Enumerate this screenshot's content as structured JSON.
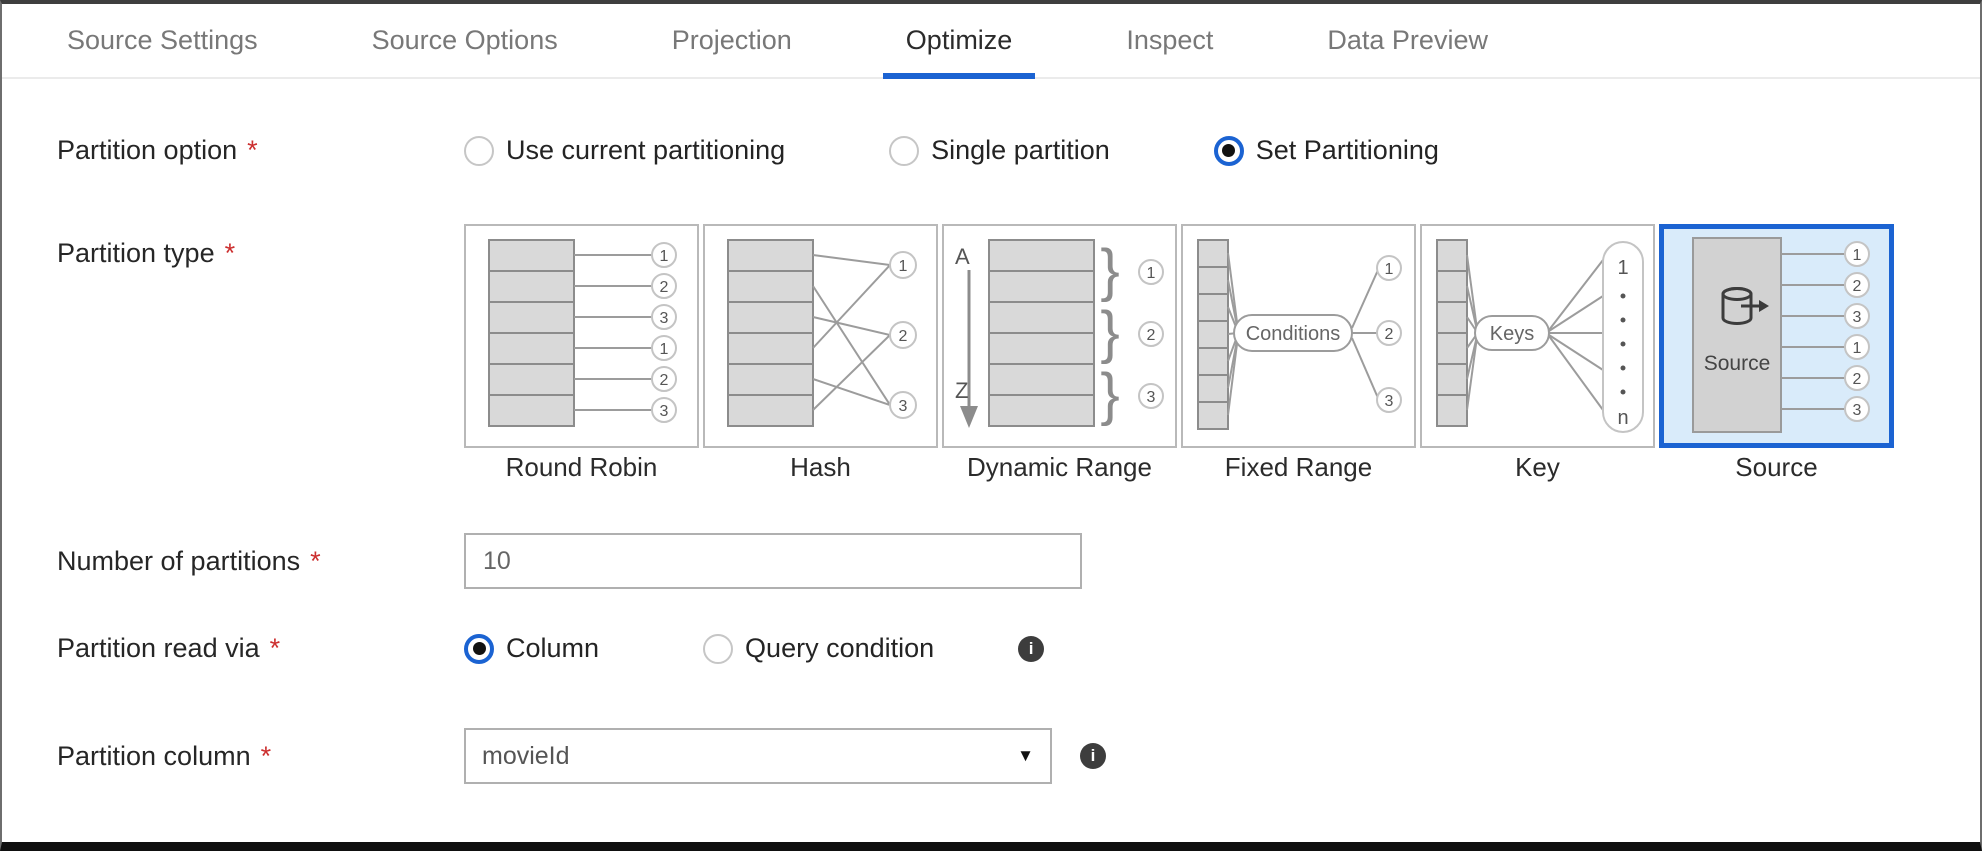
{
  "tabs": {
    "items": [
      {
        "label": "Source Settings",
        "active": false
      },
      {
        "label": "Source Options",
        "active": false
      },
      {
        "label": "Projection",
        "active": false
      },
      {
        "label": "Optimize",
        "active": true
      },
      {
        "label": "Inspect",
        "active": false
      },
      {
        "label": "Data Preview",
        "active": false
      }
    ]
  },
  "form": {
    "required_marker": "*",
    "partition_option": {
      "label": "Partition option",
      "options": [
        {
          "label": "Use current partitioning",
          "selected": false
        },
        {
          "label": "Single partition",
          "selected": false
        },
        {
          "label": "Set Partitioning",
          "selected": true
        }
      ]
    },
    "partition_type": {
      "label": "Partition type",
      "cards": [
        {
          "name": "Round Robin",
          "selected": false,
          "outputs": [
            "1",
            "2",
            "3",
            "1",
            "2",
            "3"
          ]
        },
        {
          "name": "Hash",
          "selected": false,
          "outputs": [
            "1",
            "2",
            "3"
          ]
        },
        {
          "name": "Dynamic Range",
          "selected": false,
          "range_top": "A",
          "range_bottom": "Z",
          "outputs": [
            "1",
            "2",
            "3"
          ]
        },
        {
          "name": "Fixed Range",
          "selected": false,
          "pill": "Conditions",
          "outputs": [
            "1",
            "2",
            "3"
          ]
        },
        {
          "name": "Key",
          "selected": false,
          "pill": "Keys",
          "output_top": "1",
          "output_bottom": "n"
        },
        {
          "name": "Source",
          "selected": true,
          "inner_label": "Source",
          "outputs": [
            "1",
            "2",
            "3",
            "1",
            "2",
            "3"
          ]
        }
      ]
    },
    "number_of_partitions": {
      "label": "Number of partitions",
      "value": "10"
    },
    "partition_read_via": {
      "label": "Partition read via",
      "options": [
        {
          "label": "Column",
          "selected": true
        },
        {
          "label": "Query condition",
          "selected": false
        }
      ]
    },
    "partition_column": {
      "label": "Partition column",
      "value": "movieId"
    }
  },
  "icons": {
    "info_glyph": "i",
    "caret_glyph": "▼"
  },
  "colors": {
    "accent_blue": "#1b63d2",
    "selected_card_bg": "#d9ebfa",
    "required_red": "#cc2f2f"
  }
}
